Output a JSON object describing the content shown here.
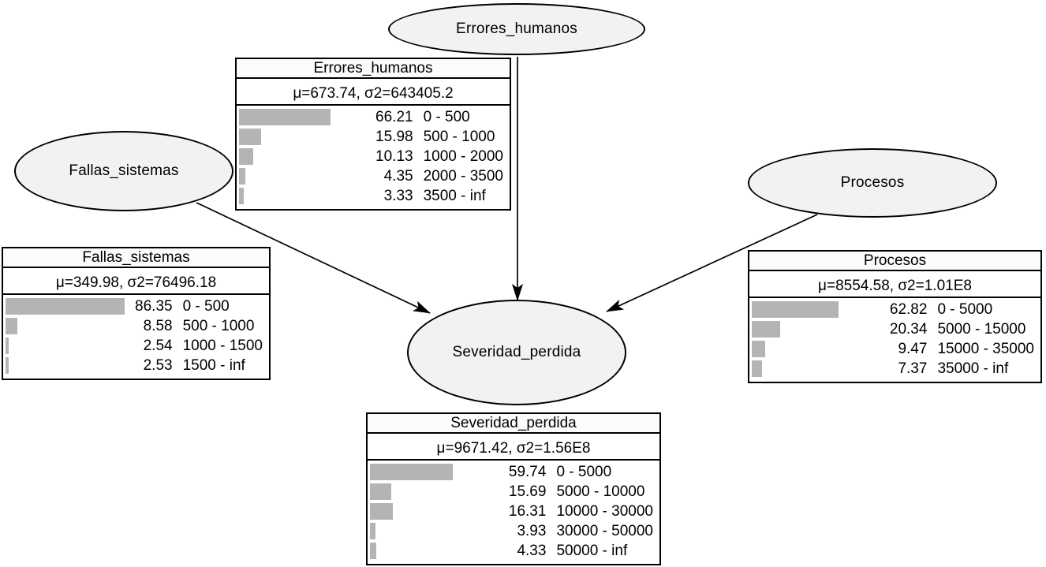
{
  "colors": {
    "bar": "#b4b4b4",
    "node_fill": "#f2f2f2",
    "outline": "#000000",
    "background": "#ffffff"
  },
  "nodes": {
    "errores_humanos": {
      "label": "Errores_humanos"
    },
    "fallas_sistemas": {
      "label": "Fallas_sistemas"
    },
    "procesos": {
      "label": "Procesos"
    },
    "severidad_perdida": {
      "label": "Severidad_perdida"
    }
  },
  "edges": [
    {
      "from": "Fallas_sistemas",
      "to": "Severidad_perdida"
    },
    {
      "from": "Errores_humanos",
      "to": "Severidad_perdida"
    },
    {
      "from": "Procesos",
      "to": "Severidad_perdida"
    }
  ],
  "tables": {
    "errores_humanos": {
      "title": "Errores_humanos",
      "stats": "μ=673.74, σ2=643405.2",
      "rows": [
        {
          "pct": "66.21",
          "range": "0 - 500"
        },
        {
          "pct": "15.98",
          "range": "500 - 1000"
        },
        {
          "pct": "10.13",
          "range": "1000 - 2000"
        },
        {
          "pct": "4.35",
          "range": "2000 - 3500"
        },
        {
          "pct": "3.33",
          "range": "3500 - inf"
        }
      ]
    },
    "fallas_sistemas": {
      "title": "Fallas_sistemas",
      "stats": "μ=349.98, σ2=76496.18",
      "rows": [
        {
          "pct": "86.35",
          "range": "0 - 500"
        },
        {
          "pct": "8.58",
          "range": "500 - 1000"
        },
        {
          "pct": "2.54",
          "range": "1000 - 1500"
        },
        {
          "pct": "2.53",
          "range": "1500 - inf"
        }
      ]
    },
    "procesos": {
      "title": "Procesos",
      "stats": "μ=8554.58, σ2=1.01E8",
      "rows": [
        {
          "pct": "62.82",
          "range": "0 - 5000"
        },
        {
          "pct": "20.34",
          "range": "5000 - 15000"
        },
        {
          "pct": "9.47",
          "range": "15000 - 35000"
        },
        {
          "pct": "7.37",
          "range": "35000 - inf"
        }
      ]
    },
    "severidad_perdida": {
      "title": "Severidad_perdida",
      "stats": "μ=9671.42, σ2=1.56E8",
      "rows": [
        {
          "pct": "59.74",
          "range": "0 - 5000"
        },
        {
          "pct": "15.69",
          "range": "5000 - 10000"
        },
        {
          "pct": "16.31",
          "range": "10000 - 30000"
        },
        {
          "pct": "3.93",
          "range": "30000 - 50000"
        },
        {
          "pct": "4.33",
          "range": "50000 - inf"
        }
      ]
    }
  }
}
